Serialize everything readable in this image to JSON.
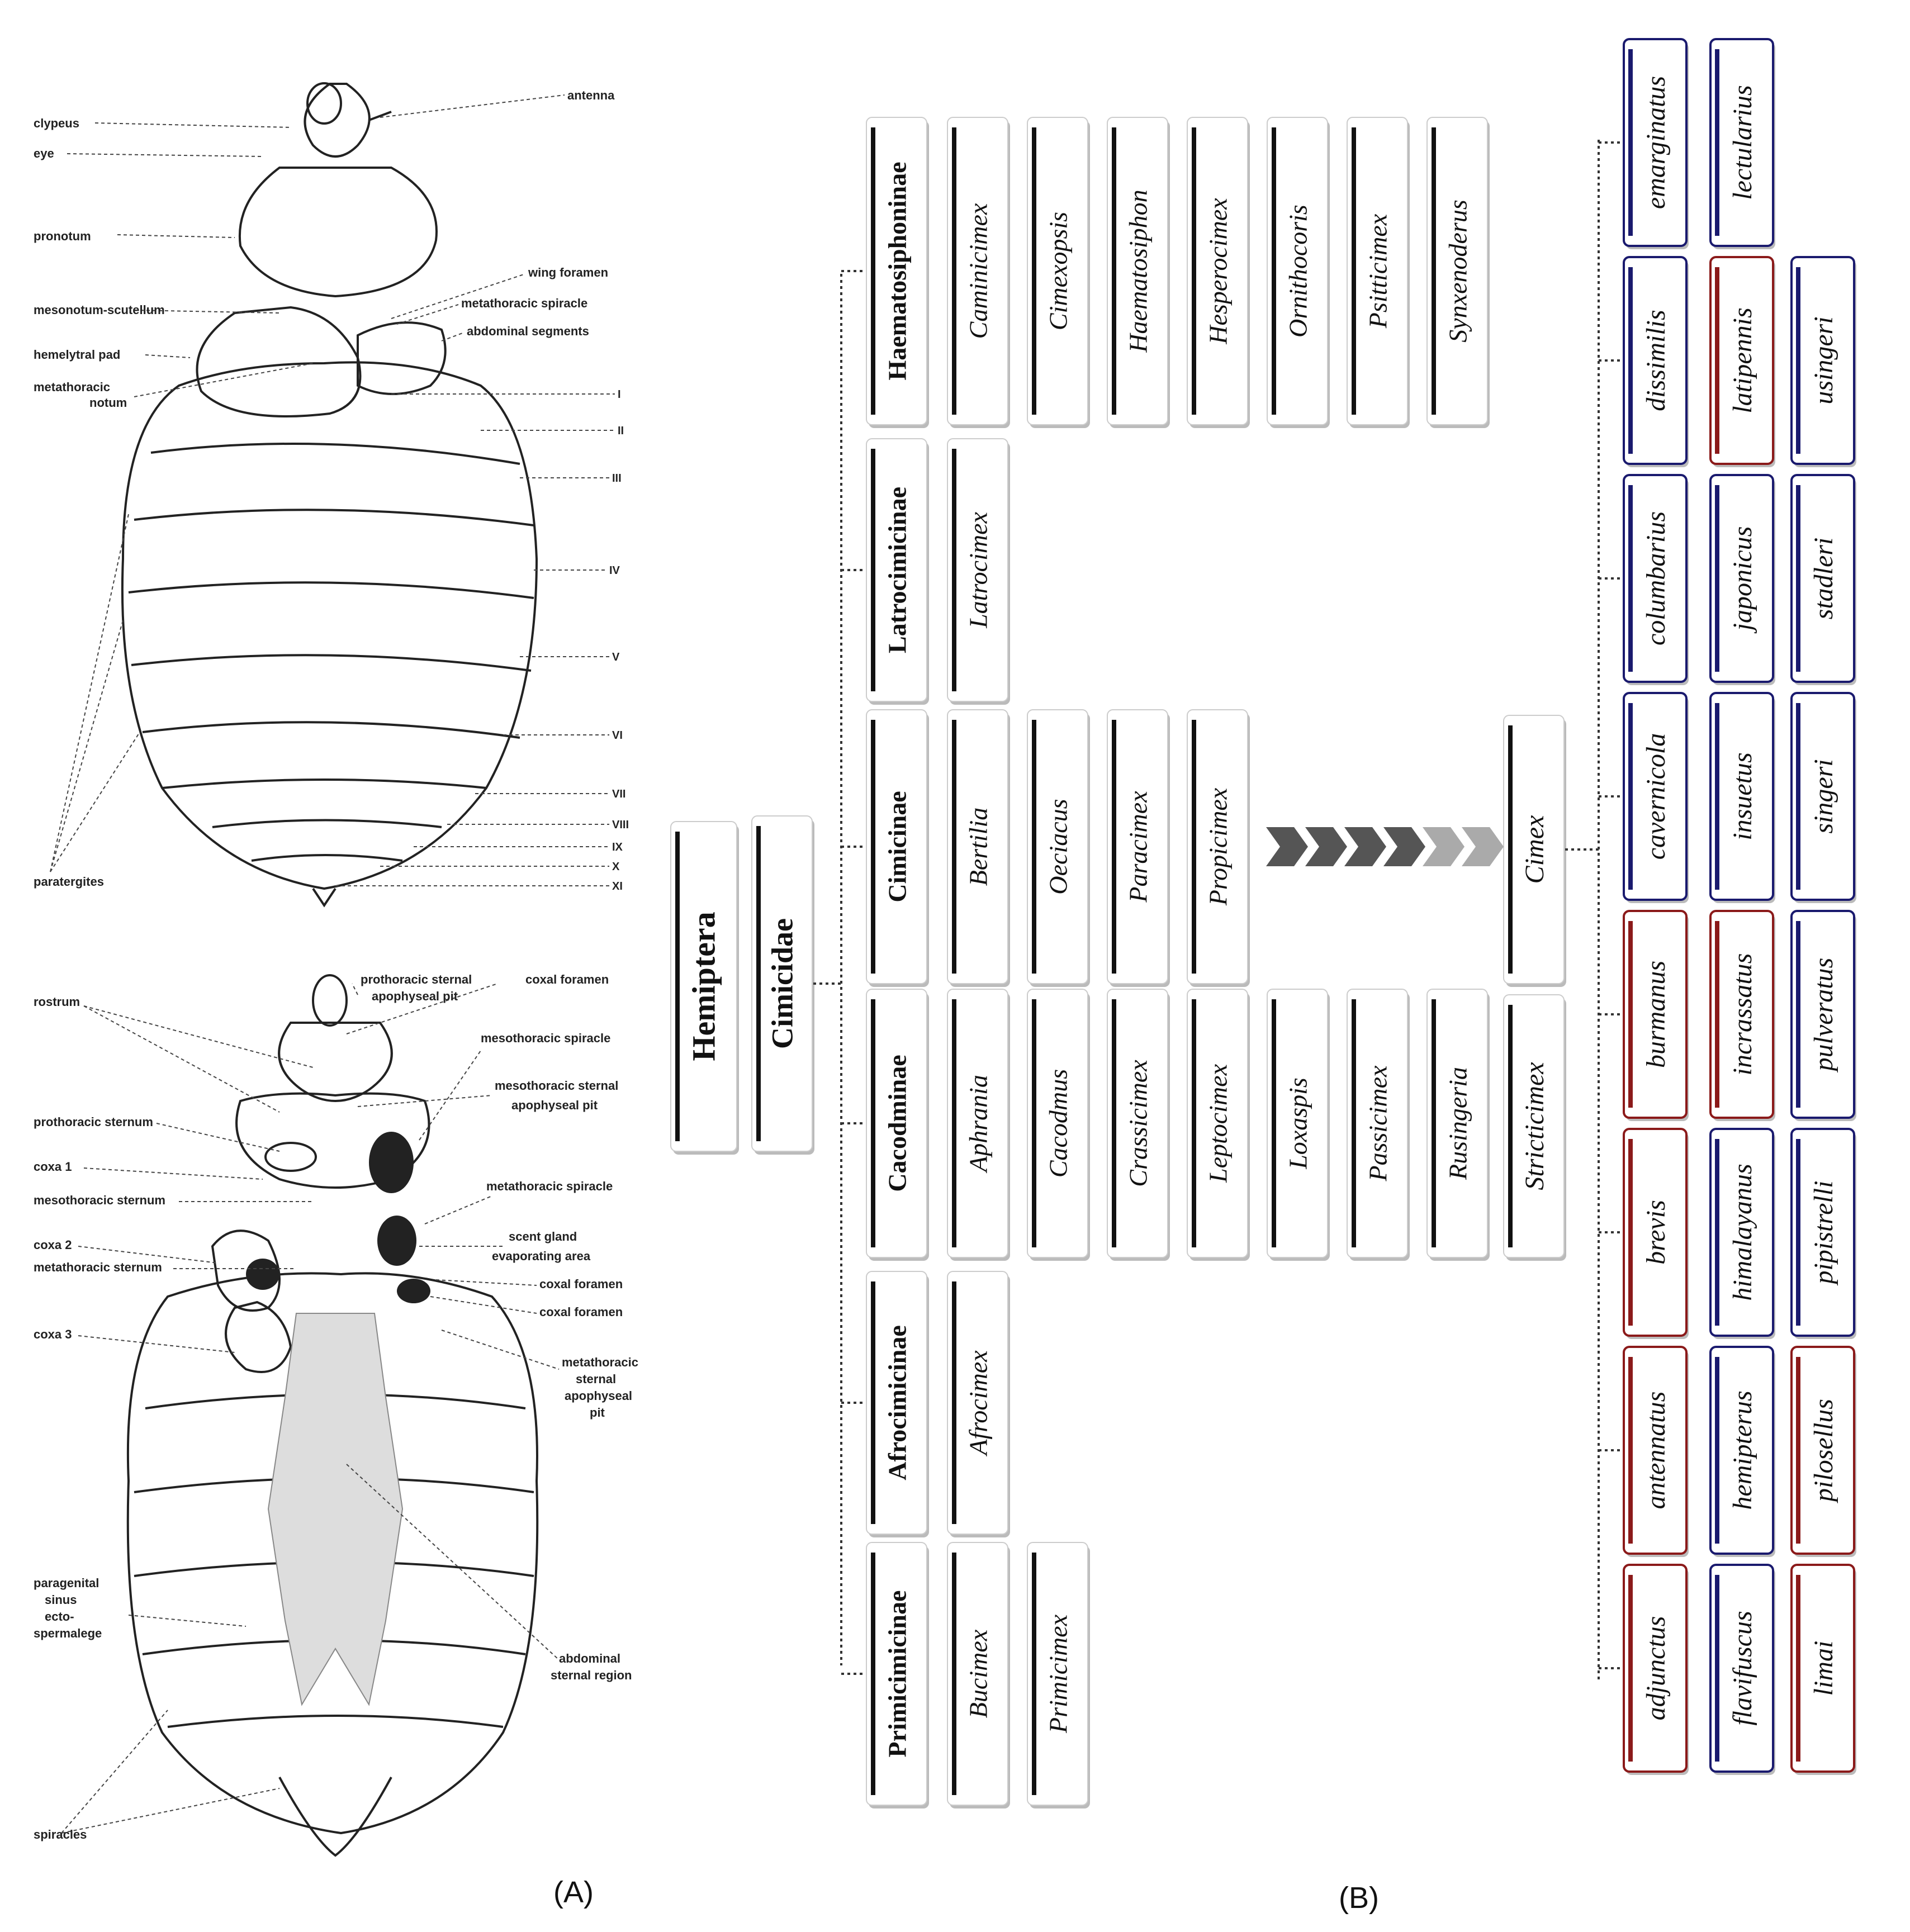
{
  "panel_a": {
    "caption": "(A)",
    "dorsal_labels": [
      {
        "id": "antenna",
        "text": "antenna"
      },
      {
        "id": "clypeus",
        "text": "clypeus"
      },
      {
        "id": "eye",
        "text": "eye"
      },
      {
        "id": "pronotum",
        "text": "pronotum"
      },
      {
        "id": "wing-foramen",
        "text": "wing foramen"
      },
      {
        "id": "metathoracic-spiracle",
        "text": "metathoracic spiracle"
      },
      {
        "id": "abdominal-segments",
        "text": "abdominal segments"
      },
      {
        "id": "mesonotum-scutellum",
        "text": "mesonotum-scutellum"
      },
      {
        "id": "hemelytral-pad",
        "text": "hemelytral pad"
      },
      {
        "id": "metathoracic-notum-1",
        "text": "metathoracic"
      },
      {
        "id": "metathoracic-notum-2",
        "text": "notum"
      },
      {
        "id": "paratergites",
        "text": "paratergites"
      }
    ],
    "segments": [
      "I",
      "II",
      "III",
      "IV",
      "V",
      "VI",
      "VII",
      "VIII",
      "IX",
      "X",
      "XI"
    ],
    "ventral_labels": [
      {
        "id": "rostrum",
        "text": "rostrum"
      },
      {
        "id": "prothoracic-sternal-pit-1",
        "text": "prothoracic sternal"
      },
      {
        "id": "prothoracic-sternal-pit-2",
        "text": "apophyseal pit"
      },
      {
        "id": "coxal-foramen-top",
        "text": "coxal foramen"
      },
      {
        "id": "mesothoracic-spiracle",
        "text": "mesothoracic spiracle"
      },
      {
        "id": "mesothoracic-sternal-pit-1",
        "text": "mesothoracic sternal"
      },
      {
        "id": "mesothoracic-sternal-pit-2",
        "text": "apophyseal pit"
      },
      {
        "id": "prothoracic-sternum",
        "text": "prothoracic sternum"
      },
      {
        "id": "coxa-1",
        "text": "coxa 1"
      },
      {
        "id": "mesothoracic-sternum",
        "text": "mesothoracic sternum"
      },
      {
        "id": "metathoracic-spiracle-v",
        "text": "metathoracic spiracle"
      },
      {
        "id": "coxa-2",
        "text": "coxa 2"
      },
      {
        "id": "scent-gland-1",
        "text": "scent gland"
      },
      {
        "id": "scent-gland-2",
        "text": "evaporating area"
      },
      {
        "id": "metathoracic-sternum",
        "text": "metathoracic sternum"
      },
      {
        "id": "coxal-foramen-2",
        "text": "coxal foramen"
      },
      {
        "id": "coxal-foramen-3",
        "text": "coxal foramen"
      },
      {
        "id": "coxa-3",
        "text": "coxa 3"
      },
      {
        "id": "metathoracic-sternal-pit-1",
        "text": "metathoracic"
      },
      {
        "id": "metathoracic-sternal-pit-2",
        "text": "sternal"
      },
      {
        "id": "metathoracic-sternal-pit-3",
        "text": "apophyseal"
      },
      {
        "id": "metathoracic-sternal-pit-4",
        "text": "pit"
      },
      {
        "id": "paragenital-1",
        "text": "paragenital"
      },
      {
        "id": "paragenital-2",
        "text": "sinus"
      },
      {
        "id": "paragenital-3",
        "text": "ecto-"
      },
      {
        "id": "paragenital-4",
        "text": "spermalege"
      },
      {
        "id": "abdominal-sternal-1",
        "text": "abdominal"
      },
      {
        "id": "abdominal-sternal-2",
        "text": "sternal region"
      },
      {
        "id": "spiracles",
        "text": "spiracles"
      }
    ]
  },
  "panel_b": {
    "caption": "(B)",
    "order": "Hemiptera",
    "family": "Cimicidae",
    "subfamilies": [
      {
        "name": "Haematosiphoninae",
        "genera": [
          "Caminicimex",
          "Cimexopsis",
          "Haematosiphon",
          "Hesperocimex",
          "Ornithocoris",
          "Psitticimex",
          "Synxenoderus"
        ]
      },
      {
        "name": "Latrocimicinae",
        "genera": [
          "Latrocimex"
        ]
      },
      {
        "name": "Cimicinae",
        "genera": [
          "Bertilia",
          "Oeciacus",
          "Paracimex",
          "Propicimex"
        ]
      },
      {
        "name": "Cacodminae",
        "genera": [
          "Aphrania",
          "Cacodmus",
          "Crassicimex",
          "Leptocimex",
          "Loxaspis",
          "Passicimex",
          "Rusingeria"
        ]
      },
      {
        "name": "Afrocimicinae",
        "genera": [
          "Afrocimex"
        ]
      },
      {
        "name": "Primicimicinae",
        "genera": [
          "Bucimex",
          "Primicimex"
        ]
      }
    ],
    "cimex_genus": "Cimex",
    "stricticimex_genus": "Stricticimex",
    "species_columns": [
      [
        {
          "name": "emarginatus",
          "accent": "#1a1a6e"
        },
        {
          "name": "lectularius",
          "accent": "#1a1a6e"
        }
      ],
      [
        {
          "name": "dissimilis",
          "accent": "#1a1a6e"
        },
        {
          "name": "latipennis",
          "accent": "#8b1a1a"
        },
        {
          "name": "usingeri",
          "accent": "#1a1a6e"
        }
      ],
      [
        {
          "name": "columbarius",
          "accent": "#1a1a6e"
        },
        {
          "name": "japonicus",
          "accent": "#1a1a6e"
        },
        {
          "name": "stadleri",
          "accent": "#1a1a6e"
        }
      ],
      [
        {
          "name": "cavernicola",
          "accent": "#1a1a6e"
        },
        {
          "name": "insuetus",
          "accent": "#1a1a6e"
        },
        {
          "name": "singeri",
          "accent": "#1a1a6e"
        }
      ],
      [
        {
          "name": "burmanus",
          "accent": "#8b1a1a"
        },
        {
          "name": "incrassatus",
          "accent": "#8b1a1a"
        },
        {
          "name": "pulveratus",
          "accent": "#1a1a6e"
        }
      ],
      [
        {
          "name": "brevis",
          "accent": "#8b1a1a"
        },
        {
          "name": "himalayanus",
          "accent": "#1a1a6e"
        },
        {
          "name": "pipistrelli",
          "accent": "#1a1a6e"
        }
      ],
      [
        {
          "name": "antennatus",
          "accent": "#8b1a1a"
        },
        {
          "name": "hemipterus",
          "accent": "#1a1a6e"
        },
        {
          "name": "pilosellus",
          "accent": "#8b1a1a"
        }
      ],
      [
        {
          "name": "adjunctus",
          "accent": "#8b1a1a"
        },
        {
          "name": "flavifuscus",
          "accent": "#1a1a6e"
        },
        {
          "name": "limai",
          "accent": "#8b1a1a"
        }
      ]
    ]
  }
}
